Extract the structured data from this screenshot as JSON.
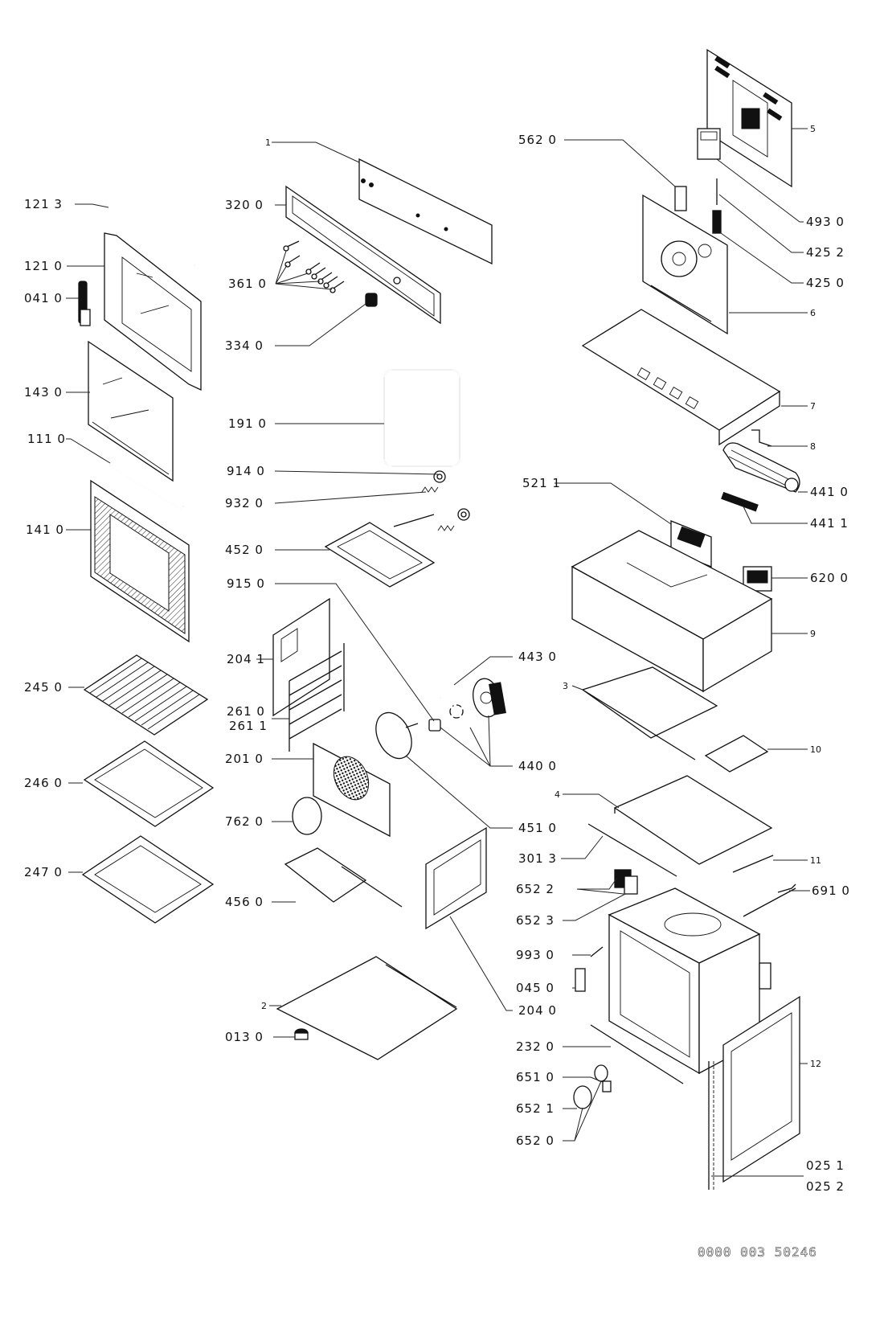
{
  "document": {
    "type": "Exploded parts diagram - built-in oven",
    "drawing_number": "0000 003 50246"
  },
  "callouts_left": [
    {
      "id": "l-1213",
      "text": "121 3"
    },
    {
      "id": "l-1210",
      "text": "121 0"
    },
    {
      "id": "l-0410",
      "text": "041 0"
    },
    {
      "id": "l-1430",
      "text": "143 0"
    },
    {
      "id": "l-1110",
      "text": "111 0"
    },
    {
      "id": "l-1410",
      "text": "141 0"
    },
    {
      "id": "l-2450",
      "text": "245 0"
    },
    {
      "id": "l-2460",
      "text": "246 0"
    },
    {
      "id": "l-2470",
      "text": "247 0"
    }
  ],
  "callouts_center": [
    {
      "id": "c-1",
      "text": "1"
    },
    {
      "id": "c-3200",
      "text": "320 0"
    },
    {
      "id": "c-3610",
      "text": "361 0"
    },
    {
      "id": "c-3340",
      "text": "334 0"
    },
    {
      "id": "c-1910",
      "text": "191 0"
    },
    {
      "id": "c-9140",
      "text": "914 0"
    },
    {
      "id": "c-9320",
      "text": "932 0"
    },
    {
      "id": "c-4520",
      "text": "452 0"
    },
    {
      "id": "c-9150",
      "text": "915 0"
    },
    {
      "id": "c-2041",
      "text": "204 1"
    },
    {
      "id": "c-2610",
      "text": "261 0"
    },
    {
      "id": "c-2611",
      "text": "261 1"
    },
    {
      "id": "c-2010",
      "text": "201 0"
    },
    {
      "id": "c-7620",
      "text": "762 0"
    },
    {
      "id": "c-4560",
      "text": "456 0"
    },
    {
      "id": "c-2",
      "text": "2"
    },
    {
      "id": "c-0130",
      "text": "013 0"
    },
    {
      "id": "c-4430",
      "text": "443 0"
    },
    {
      "id": "c-4400",
      "text": "440 0"
    },
    {
      "id": "c-4510",
      "text": "451 0"
    },
    {
      "id": "c-2040",
      "text": "204 0"
    }
  ],
  "callouts_right": [
    {
      "id": "r-5620",
      "text": "562 0"
    },
    {
      "id": "r-5",
      "text": "5"
    },
    {
      "id": "r-4930",
      "text": "493 0"
    },
    {
      "id": "r-4252",
      "text": "425 2"
    },
    {
      "id": "r-4250",
      "text": "425 0"
    },
    {
      "id": "r-6",
      "text": "6"
    },
    {
      "id": "r-7",
      "text": "7"
    },
    {
      "id": "r-8",
      "text": "8"
    },
    {
      "id": "r-5211",
      "text": "521 1"
    },
    {
      "id": "r-4410",
      "text": "441 0"
    },
    {
      "id": "r-4411",
      "text": "441 1"
    },
    {
      "id": "r-6200",
      "text": "620 0"
    },
    {
      "id": "r-9",
      "text": "9"
    },
    {
      "id": "r-3",
      "text": "3"
    },
    {
      "id": "r-10",
      "text": "10"
    },
    {
      "id": "r-4",
      "text": "4"
    },
    {
      "id": "r-3013",
      "text": "301 3"
    },
    {
      "id": "r-11",
      "text": "11"
    },
    {
      "id": "r-6522",
      "text": "652 2"
    },
    {
      "id": "r-6910",
      "text": "691 0"
    },
    {
      "id": "r-6523",
      "text": "652 3"
    },
    {
      "id": "r-9930",
      "text": "993 0"
    },
    {
      "id": "r-0450",
      "text": "045 0"
    },
    {
      "id": "r-2320",
      "text": "232 0"
    },
    {
      "id": "r-12",
      "text": "12"
    },
    {
      "id": "r-6510",
      "text": "651 0"
    },
    {
      "id": "r-6521",
      "text": "652 1"
    },
    {
      "id": "r-6520",
      "text": "652 0"
    },
    {
      "id": "r-0251",
      "text": "025 1"
    },
    {
      "id": "r-0252",
      "text": "025 2"
    }
  ]
}
